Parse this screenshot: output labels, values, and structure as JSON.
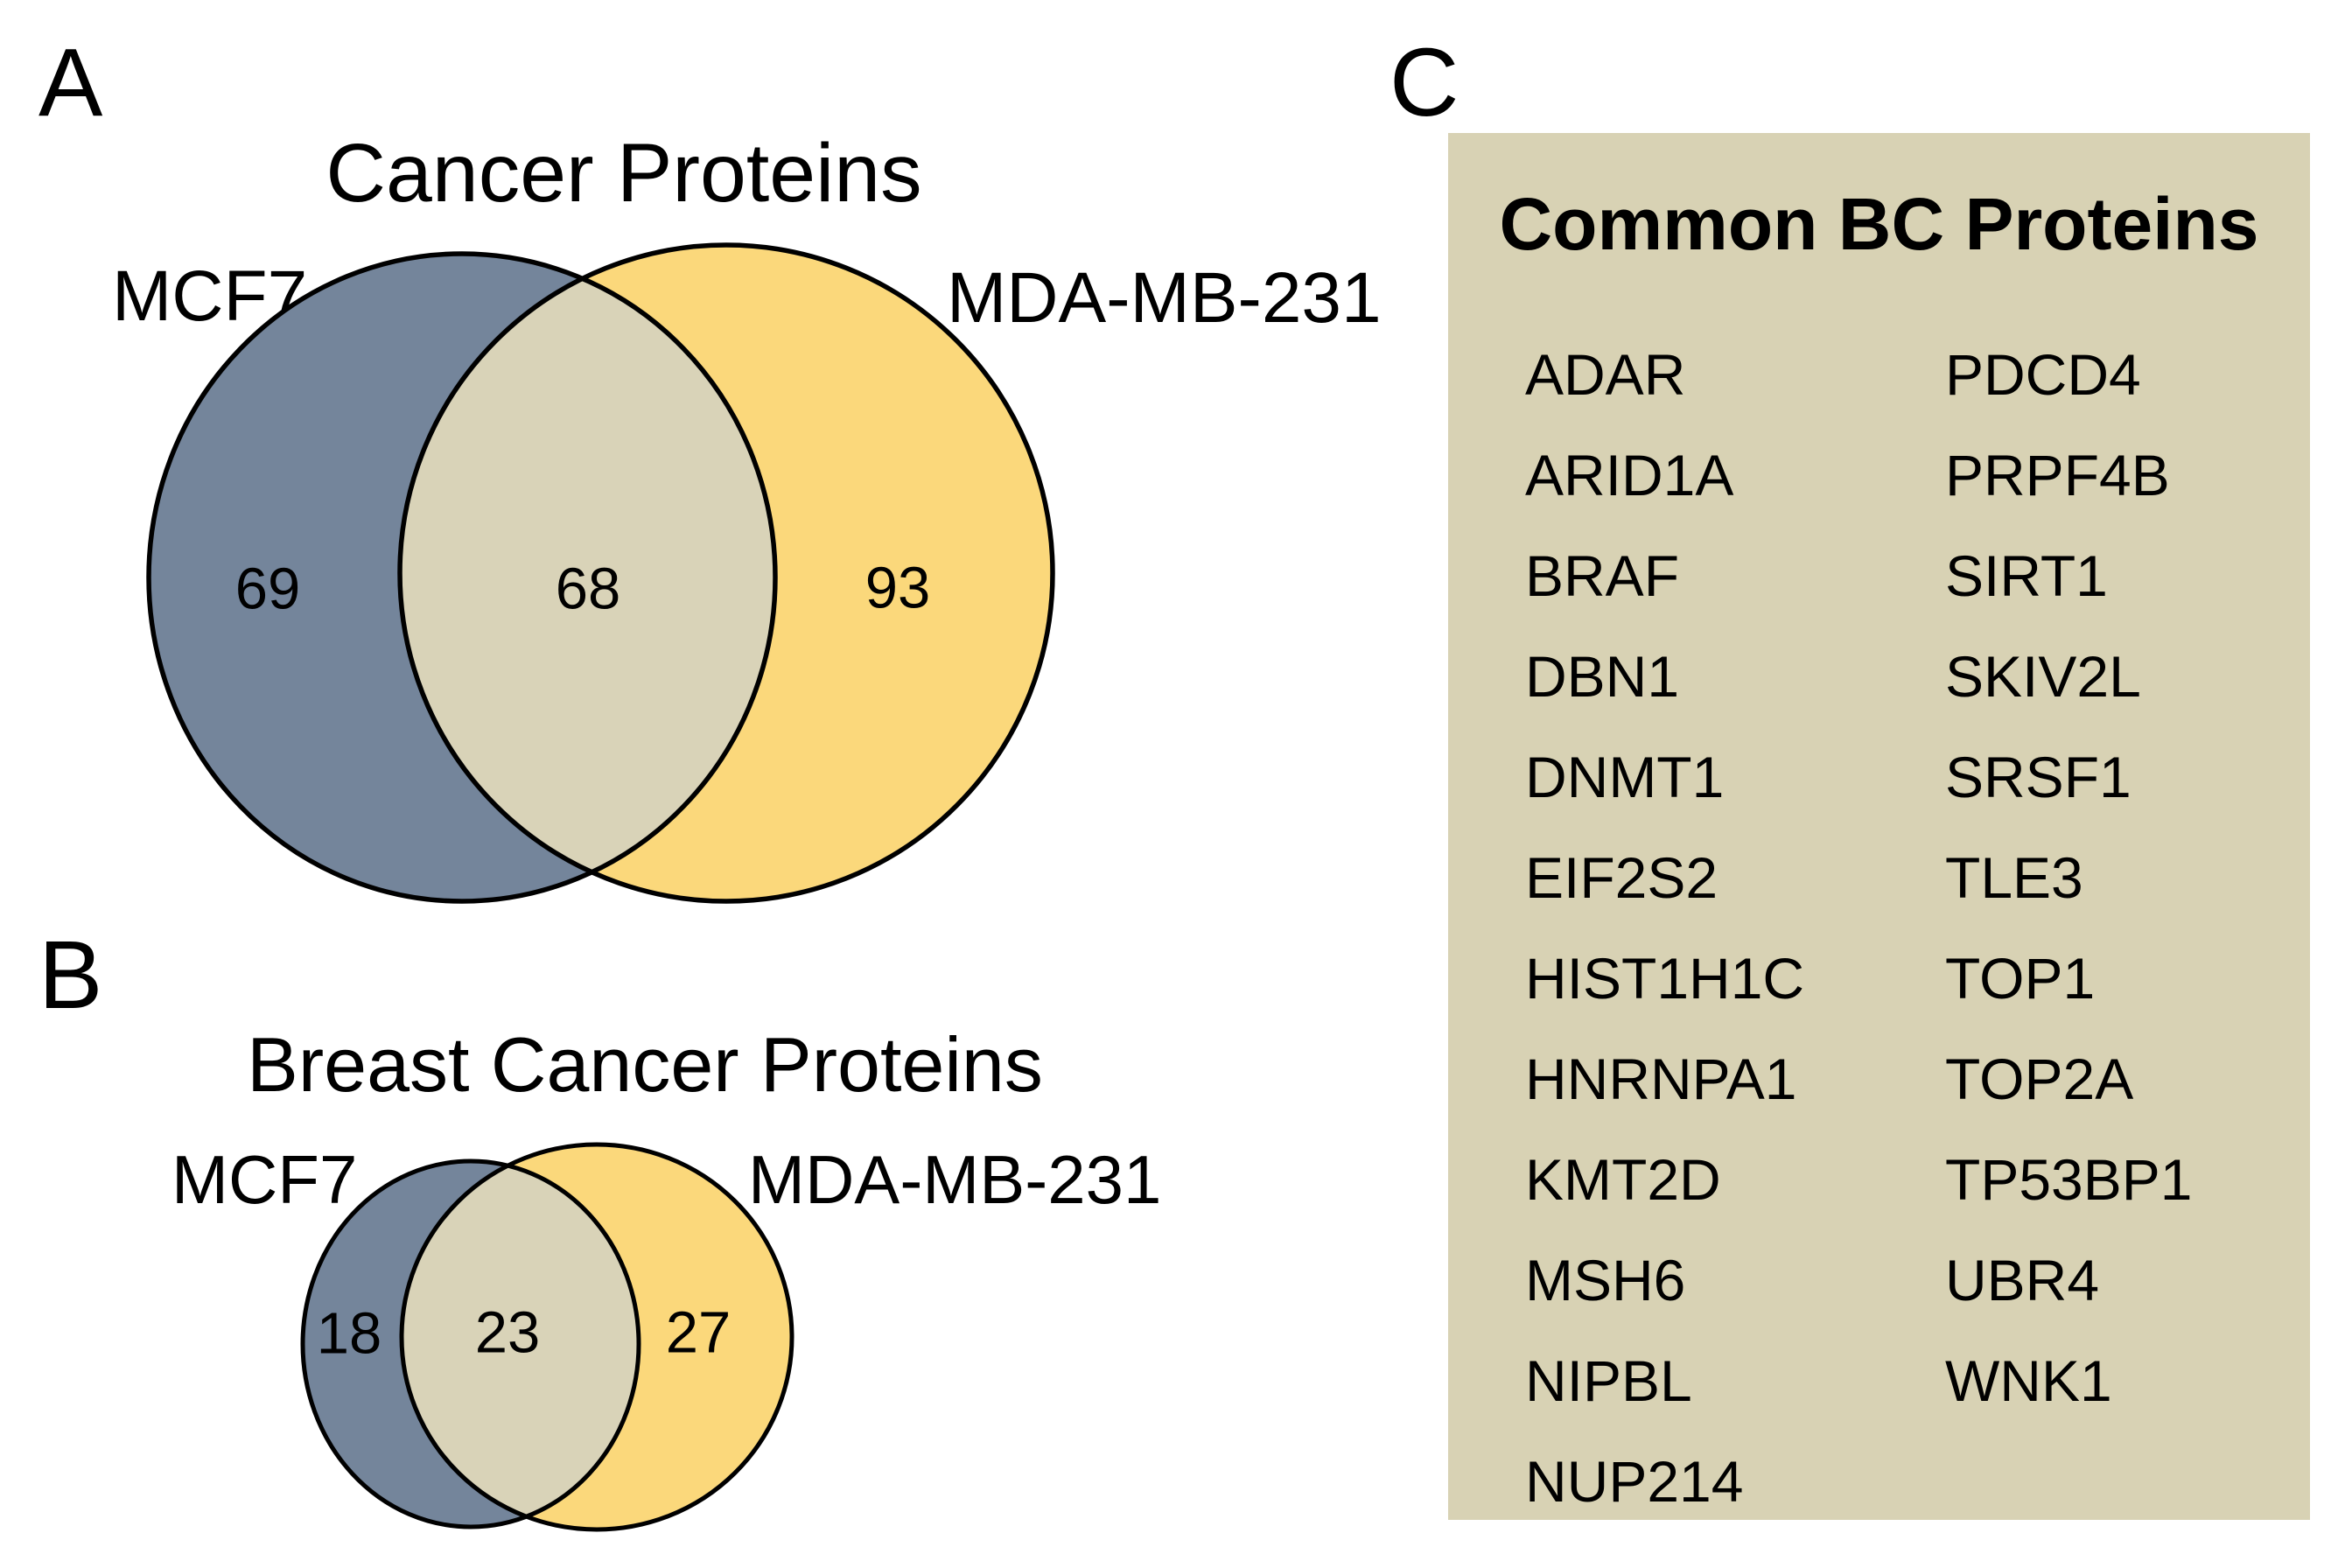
{
  "panels": {
    "a": {
      "label": "A",
      "title": "Cancer Proteins",
      "left_set": "MCF7",
      "right_set": "MDA-MB-231",
      "left_only": "69",
      "overlap": "68",
      "right_only": "93"
    },
    "b": {
      "label": "B",
      "title": "Breast Cancer Proteins",
      "left_set": "MCF7",
      "right_set": "MDA-MB-231",
      "left_only": "18",
      "overlap": "23",
      "right_only": "27"
    },
    "c": {
      "label": "C",
      "title": "Common BC Proteins",
      "proteins_col1": [
        "ADAR",
        "ARID1A",
        "BRAF",
        "DBN1",
        "DNMT1",
        "EIF2S2",
        "HIST1H1C",
        "HNRNPA1",
        "KMT2D",
        "MSH6",
        "NIPBL",
        "NUP214"
      ],
      "proteins_col2": [
        "PDCD4",
        "PRPF4B",
        "SIRT1",
        "SKIV2L",
        "SRSF1",
        "TLE3",
        "TOP1",
        "TOP2A",
        "TP53BP1",
        "UBR4",
        "WNK1"
      ]
    }
  },
  "colors": {
    "mcf7_fill": "#74859B",
    "mda_fill": "#FBD87B",
    "overlap_fill": "#D9D3B8",
    "box_bg": "#D8D2B4",
    "outline": "#000000"
  },
  "chart_data": [
    {
      "type": "venn",
      "title": "Cancer Proteins",
      "sets": [
        "MCF7",
        "MDA-MB-231"
      ],
      "values": {
        "MCF7_only": 69,
        "intersection": 68,
        "MDA-MB-231_only": 93
      }
    },
    {
      "type": "venn",
      "title": "Breast Cancer Proteins",
      "sets": [
        "MCF7",
        "MDA-MB-231"
      ],
      "values": {
        "MCF7_only": 18,
        "intersection": 23,
        "MDA-MB-231_only": 27
      }
    }
  ]
}
